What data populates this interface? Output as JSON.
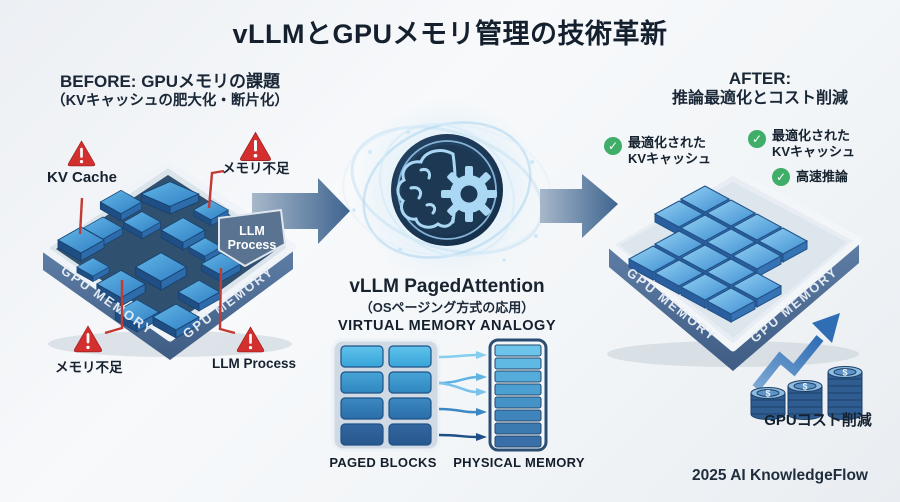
{
  "title": "vLLMとGPUメモリ管理の技術革新",
  "before": {
    "heading_line1": "BEFORE: GPUメモリの課題",
    "heading_line2": "（KVキャッシュの肥大化・断片化）",
    "label_kv_cache": "KV Cache",
    "label_memory_top": "メモリ不足",
    "label_memory_bottom": "メモリ不足",
    "label_llm_process": "LLM Process",
    "chip": {
      "side_left": "GPU MEMORY",
      "side_right": "GPU MEMORY",
      "block_line1": "LLM",
      "block_line2": "Process"
    }
  },
  "center": {
    "caption_line1": "vLLM PagedAttention",
    "caption_line2": "（OSページング方式の応用）",
    "analogy_title": "VIRTUAL MEMORY ANALOGY",
    "paged_blocks_label": "PAGED BLOCKS",
    "physical_memory_label": "PHYSICAL MEMORY"
  },
  "after": {
    "heading_line1": "AFTER:",
    "heading_line2": "推論最適化とコスト削減",
    "checks": [
      {
        "line1": "最適化された",
        "line2": "KVキャッシュ"
      },
      {
        "line1": "最適化された",
        "line2": "KVキャッシュ"
      },
      {
        "line1": "高速推論"
      }
    ],
    "chip": {
      "side_left": "GPU MEMORY",
      "side_right": "GPU MEMORY"
    },
    "cost_label": "GPUコスト削減",
    "coin_symbol": "$"
  },
  "footer": {
    "credit": "2025 AI KnowledgeFlow"
  },
  "icons": {
    "check": "✓"
  },
  "colors": {
    "warning_red": "#d32f2f",
    "check_green": "#3fae68",
    "block_blue": "#3e8fd0",
    "navy": "#1c2b3a",
    "background": "#f1f4f7"
  }
}
